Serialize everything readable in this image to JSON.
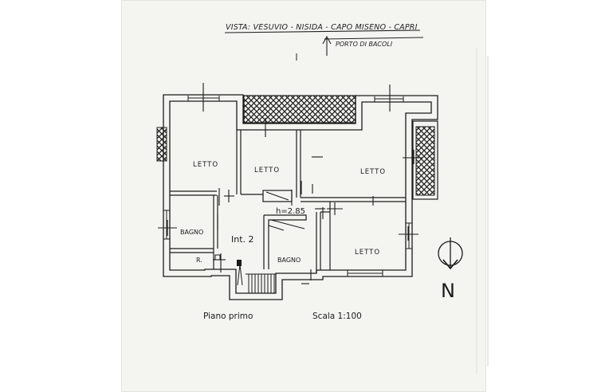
{
  "header": {
    "view_line": "VISTA: VESUVIO - NISIDA - CAPO MISENO - CAPRI",
    "port_label": "PORTO DI BACOLI"
  },
  "rooms": {
    "letto_1": "LETTO",
    "letto_2": "LETTO",
    "letto_3": "LETTO",
    "letto_4": "LETTO",
    "bagno_1": "BAGNO",
    "bagno_2": "BAGNO",
    "ripostiglio": "R.",
    "height": "h=2.85",
    "unit": "Int. 2"
  },
  "footer": {
    "floor": "Piano primo",
    "scale": "Scala 1:100"
  },
  "compass": {
    "north": "N"
  }
}
